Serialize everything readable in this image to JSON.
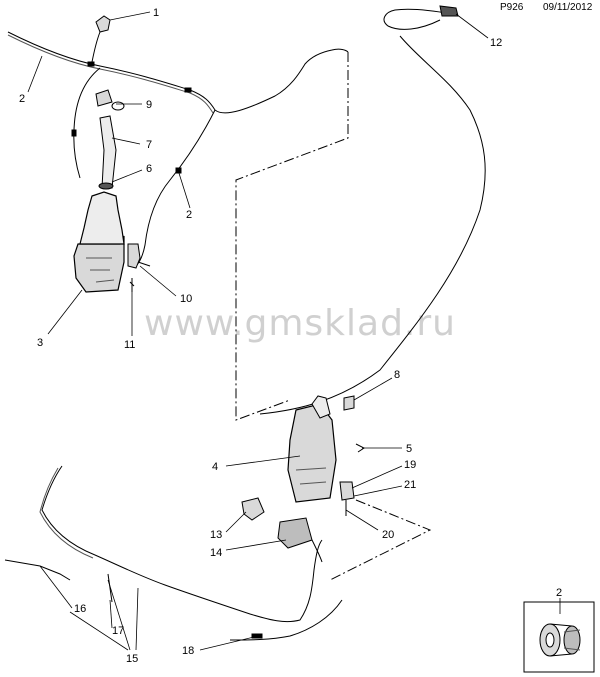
{
  "header": {
    "code": "P926",
    "date": "09/11/2012"
  },
  "watermark": "www.gmsklad.ru",
  "callouts": [
    {
      "id": "c1",
      "label": "1"
    },
    {
      "id": "c2a",
      "label": "2"
    },
    {
      "id": "c9",
      "label": "9"
    },
    {
      "id": "c7",
      "label": "7"
    },
    {
      "id": "c6",
      "label": "6"
    },
    {
      "id": "c2b",
      "label": "2"
    },
    {
      "id": "c3",
      "label": "3"
    },
    {
      "id": "c10",
      "label": "10"
    },
    {
      "id": "c11",
      "label": "11"
    },
    {
      "id": "c12",
      "label": "12"
    },
    {
      "id": "c8",
      "label": "8"
    },
    {
      "id": "c4",
      "label": "4"
    },
    {
      "id": "c5",
      "label": "5"
    },
    {
      "id": "c19",
      "label": "19"
    },
    {
      "id": "c21",
      "label": "21"
    },
    {
      "id": "c20",
      "label": "20"
    },
    {
      "id": "c13",
      "label": "13"
    },
    {
      "id": "c14",
      "label": "14"
    },
    {
      "id": "c16",
      "label": "16"
    },
    {
      "id": "c17",
      "label": "17"
    },
    {
      "id": "c15",
      "label": "15"
    },
    {
      "id": "c18",
      "label": "18"
    },
    {
      "id": "c2c",
      "label": "2"
    }
  ],
  "colors": {
    "line": "#000000",
    "part_fill": "#d9d9d9",
    "part_dark": "#555555",
    "watermark": "#d0d0d0"
  }
}
